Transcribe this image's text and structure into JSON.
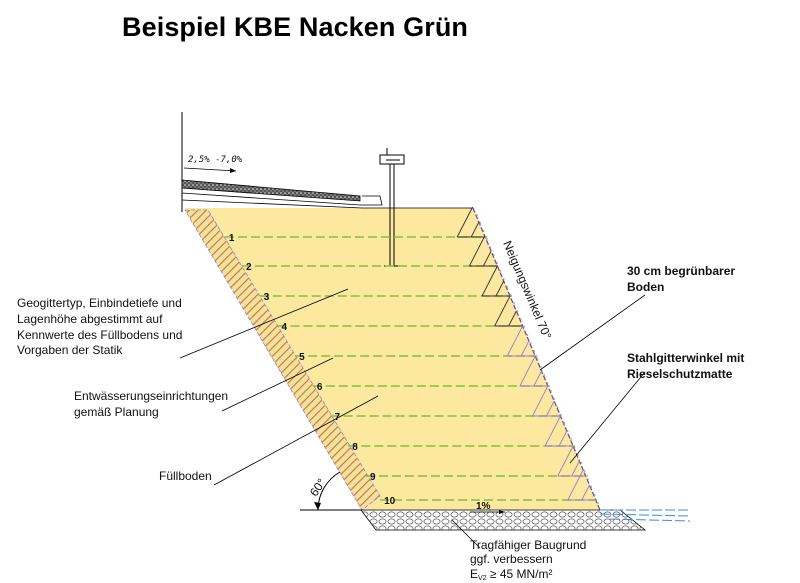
{
  "title": "Beispiel KBE Nacken Grün",
  "slope_top": "2,5% -7,0%",
  "angle_face": "Neigungswinkel 70°",
  "angle_back": "60°",
  "base_gradient": "1%",
  "layers": [
    "1",
    "2",
    "3",
    "4",
    "5",
    "6",
    "7",
    "8",
    "9",
    "10"
  ],
  "labels": {
    "geogitter": [
      "Geogittertyp, Einbindetiefe und",
      "Lagenhöhe abgestimmt auf",
      "Kennwerte des Füllbodens und",
      "Vorgaben der Statik"
    ],
    "entwaesserung": [
      "Entwässerungseinrichtungen",
      "gemäß Planung"
    ],
    "fuellboden": "Füllboden",
    "boden": [
      "30 cm begrünbarer",
      "Boden"
    ],
    "stahl": [
      "Stahlgitterwinkel mit",
      "Rieselschutzmatte"
    ],
    "baugrund": [
      "Tragfähiger Baugrund",
      "ggf. verbessern"
    ],
    "ev2_prefix": "E",
    "ev2_sub": "V2",
    "ev2_value": " ≥ 45 MN/m²"
  },
  "colors": {
    "fill": "#fde8a0",
    "geogrid": "#7fbf3f",
    "mesh": "#9a7fd0",
    "drain": "#e07070",
    "water": "#3b8ed8"
  }
}
